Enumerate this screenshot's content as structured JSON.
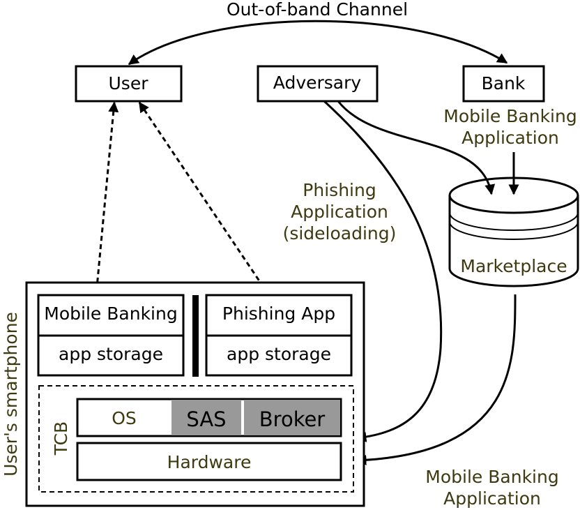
{
  "labels": {
    "out_of_band": "Out-of-band Channel",
    "user": "User",
    "adversary": "Adversary",
    "bank": "Bank",
    "mobile_banking_app_line1": "Mobile Banking",
    "mobile_banking_app_line2": "Application",
    "phishing_line1": "Phishing",
    "phishing_line2": "Application",
    "phishing_line3": "(sideloading)",
    "marketplace": "Marketplace",
    "smartphone": "User's smartphone",
    "mobile_banking": "Mobile Banking",
    "phishing_app": "Phishing App",
    "app_storage_1": "app storage",
    "app_storage_2": "app storage",
    "tcb": "TCB",
    "os": "OS",
    "sas": "SAS",
    "broker": "Broker",
    "hardware": "Hardware",
    "bottom_line1": "Mobile Banking",
    "bottom_line2": "Application"
  },
  "colors": {
    "stroke": "#000000",
    "label_olive": "#3d3a10",
    "secure_fill": "#999999"
  }
}
